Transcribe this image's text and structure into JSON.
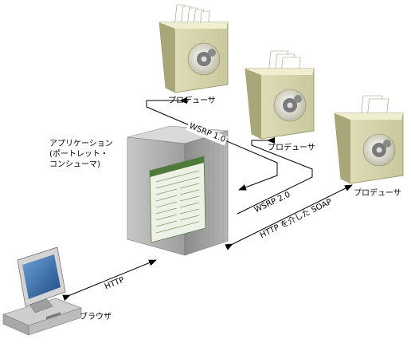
{
  "diagram": {
    "app_label_lines": [
      "アプリケーション",
      "(ポートレット・",
      "コンシューマ)"
    ],
    "producer_label": "プロデューサ",
    "browser_label": "ブラウザ",
    "protocols": {
      "http": "HTTP",
      "wsrp1": "WSRP 1.0",
      "wsrp2": "WSRP 2.0",
      "soap": "HTTP を介した SOAP"
    }
  },
  "colors": {
    "box_body": "#d8d7ae",
    "box_dark": "#a9a77a",
    "server": "#b8b8b8",
    "screen": "#2a5a9a",
    "line": "#000000"
  }
}
